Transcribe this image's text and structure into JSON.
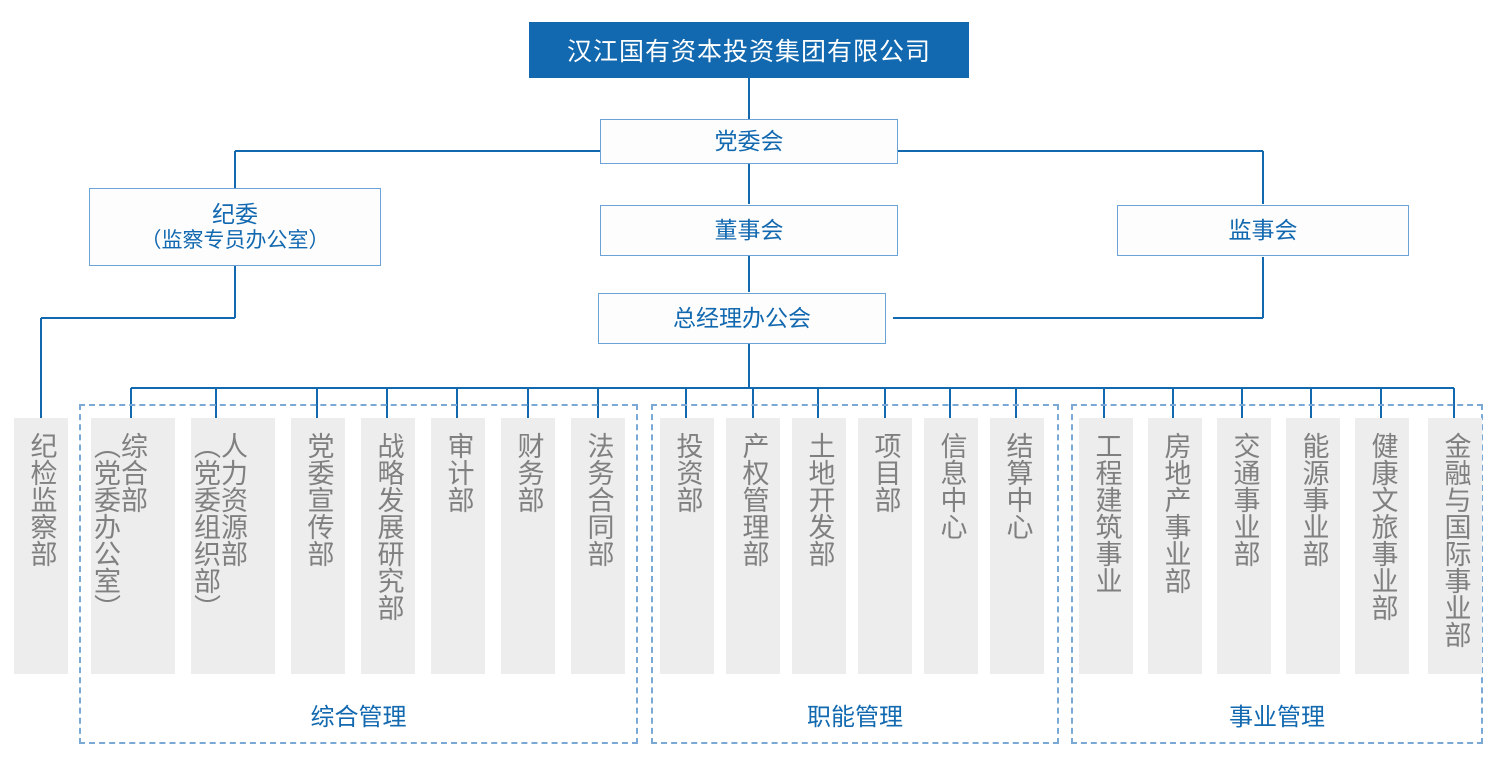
{
  "colors": {
    "brand_blue": "#1269b0",
    "border_blue": "#6ba3d6",
    "dashed_blue": "#7aa9d6",
    "chip_bg": "#ededed",
    "chip_text": "#808080"
  },
  "root": {
    "title": "汉江国有资本投资集团有限公司"
  },
  "governance": {
    "party_committee": "党委会",
    "board_of_directors": "董事会",
    "gm_office_meeting": "总经理办公会",
    "discipline_line1": "纪委",
    "discipline_line2": "（监察专员办公室）",
    "board_of_supervisors": "监事会"
  },
  "standalone": {
    "discipline_inspection": {
      "cols": [
        "纪检监察部"
      ]
    }
  },
  "groups": [
    {
      "label": "综合管理",
      "departments": [
        {
          "cols": [
            "综合部",
            "（党委办公室）"
          ]
        },
        {
          "cols": [
            "人力资源部",
            "（党委组织部）"
          ]
        },
        {
          "cols": [
            "党委宣传部"
          ]
        },
        {
          "cols": [
            "战略发展研究部"
          ]
        },
        {
          "cols": [
            "审计部"
          ]
        },
        {
          "cols": [
            "财务部"
          ]
        },
        {
          "cols": [
            "法务合同部"
          ]
        }
      ]
    },
    {
      "label": "职能管理",
      "departments": [
        {
          "cols": [
            "投资部"
          ]
        },
        {
          "cols": [
            "产权管理部"
          ]
        },
        {
          "cols": [
            "土地开发部"
          ]
        },
        {
          "cols": [
            "项目部"
          ]
        },
        {
          "cols": [
            "信息中心"
          ]
        },
        {
          "cols": [
            "结算中心"
          ]
        }
      ]
    },
    {
      "label": "事业管理",
      "departments": [
        {
          "cols": [
            "工程建筑事业"
          ]
        },
        {
          "cols": [
            "房地产事业部"
          ]
        },
        {
          "cols": [
            "交通事业部"
          ]
        },
        {
          "cols": [
            "能源事业部"
          ]
        },
        {
          "cols": [
            "健康文旅事业部"
          ]
        },
        {
          "cols": [
            "金融与国际事业部"
          ]
        }
      ]
    }
  ]
}
